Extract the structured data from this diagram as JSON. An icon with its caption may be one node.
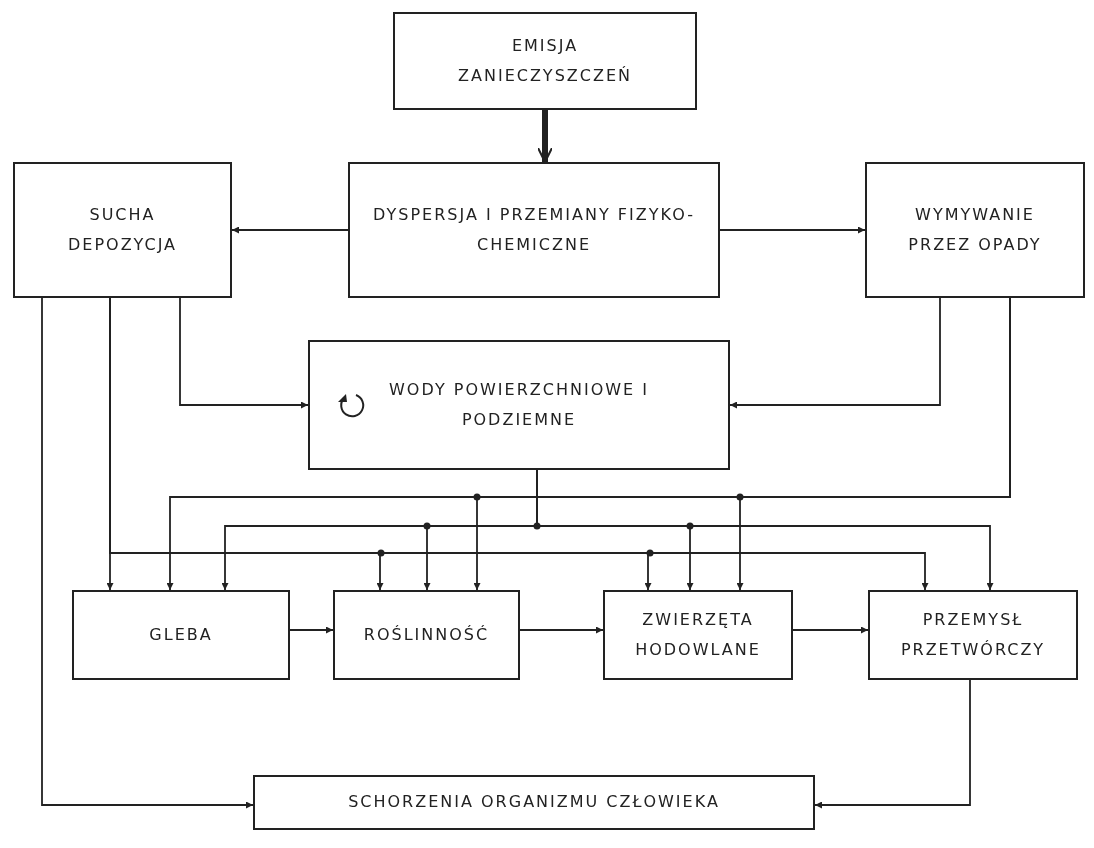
{
  "diagram": {
    "nodes": [
      {
        "text": [
          "EMISJA ZANIECZYSZCZEŃ"
        ]
      },
      {
        "text": [
          "SUCHA DEPOZYCJA"
        ]
      },
      {
        "text": [
          "DYSPERSJA I PRZEMIANY FIZYKO-CHEMICZNE"
        ]
      },
      {
        "text": [
          "WYMYWANIE PRZEZ OPADY"
        ]
      },
      {
        "text": [
          "WODY POWIERZCHNIOWE I PODZIEMNE"
        ]
      },
      {
        "text": [
          "GLEBA"
        ]
      },
      {
        "text": [
          "ROŚLINNOŚĆ"
        ]
      },
      {
        "text": [
          "ZWIERZĘTA HODOWLANE"
        ]
      },
      {
        "text": [
          "PRZEMYSŁ PRZETWÓRCZY"
        ]
      },
      {
        "text": [
          "SCHORZENIA ORGANIZMU CZŁOWIEKA"
        ]
      }
    ],
    "edges": [
      {
        "from": 0,
        "to": 2,
        "arrow": "to",
        "style": "thick"
      },
      {
        "from": 2,
        "to": 1,
        "arrow": "to"
      },
      {
        "from": 2,
        "to": 3,
        "arrow": "to"
      },
      {
        "from": 1,
        "to": 4,
        "arrow": "to"
      },
      {
        "from": 3,
        "to": 4,
        "arrow": "to"
      },
      {
        "from": 1,
        "to": 9,
        "arrow": "to"
      },
      {
        "from": 1,
        "to": 5,
        "arrow": "to"
      },
      {
        "from": 1,
        "to": 6,
        "arrow": "to"
      },
      {
        "from": 1,
        "to": 7,
        "arrow": "to"
      },
      {
        "from": 1,
        "to": 8,
        "arrow": "to"
      },
      {
        "from": 3,
        "to": 5,
        "arrow": "to"
      },
      {
        "from": 3,
        "to": 6,
        "arrow": "to"
      },
      {
        "from": 3,
        "to": 7,
        "arrow": "to"
      },
      {
        "from": 4,
        "to": 5,
        "arrow": "to"
      },
      {
        "from": 4,
        "to": 6,
        "arrow": "to"
      },
      {
        "from": 4,
        "to": 7,
        "arrow": "to"
      },
      {
        "from": 4,
        "to": 8,
        "arrow": "to"
      },
      {
        "from": 5,
        "to": 6,
        "arrow": "to"
      },
      {
        "from": 6,
        "to": 7,
        "arrow": "to"
      },
      {
        "from": 7,
        "to": 8,
        "arrow": "to"
      },
      {
        "from": 8,
        "to": 9,
        "arrow": "to"
      }
    ]
  }
}
